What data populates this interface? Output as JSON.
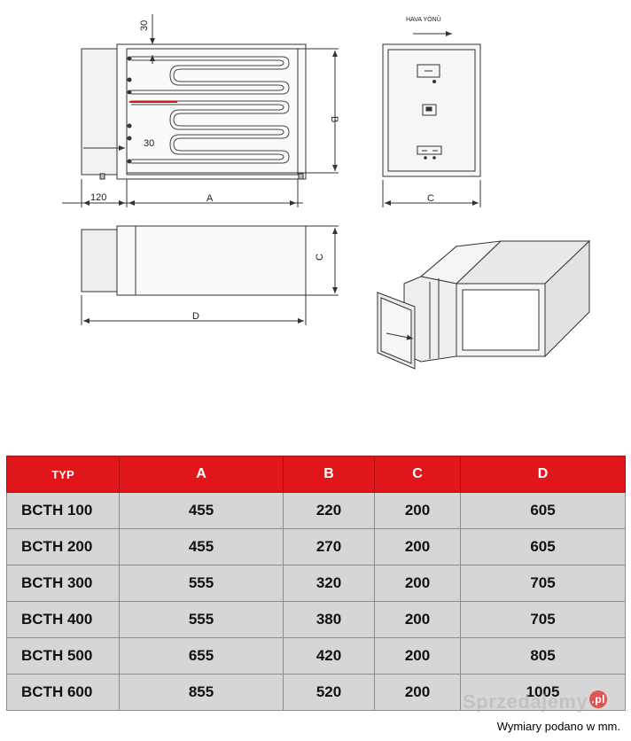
{
  "drawing": {
    "front": {
      "dim_top": "30",
      "dim_left": "30",
      "dim_flange": "120",
      "dim_a": "A",
      "dim_b": "B"
    },
    "side": {
      "air_direction": "HAVA YÖNÜ",
      "dim_c": "C"
    },
    "bottom": {
      "dim_c": "C",
      "dim_d": "D"
    }
  },
  "table": {
    "columns": [
      "TYP",
      "A",
      "B",
      "C",
      "D"
    ],
    "rows": [
      [
        "BCTH 100",
        "455",
        "220",
        "200",
        "605"
      ],
      [
        "BCTH 200",
        "455",
        "270",
        "200",
        "605"
      ],
      [
        "BCTH 300",
        "555",
        "320",
        "200",
        "705"
      ],
      [
        "BCTH 400",
        "555",
        "380",
        "200",
        "705"
      ],
      [
        "BCTH 500",
        "655",
        "420",
        "200",
        "805"
      ],
      [
        "BCTH 600",
        "855",
        "520",
        "200",
        "1005"
      ]
    ]
  },
  "footer_note": "Wymiary podano w mm.",
  "watermark": {
    "text": "Sprzedajemy",
    "suffix": ".pl"
  },
  "colors": {
    "header_bg": "#e1161b",
    "cell_bg": "#d6d6d6",
    "heater_line": "#d21a1a"
  }
}
